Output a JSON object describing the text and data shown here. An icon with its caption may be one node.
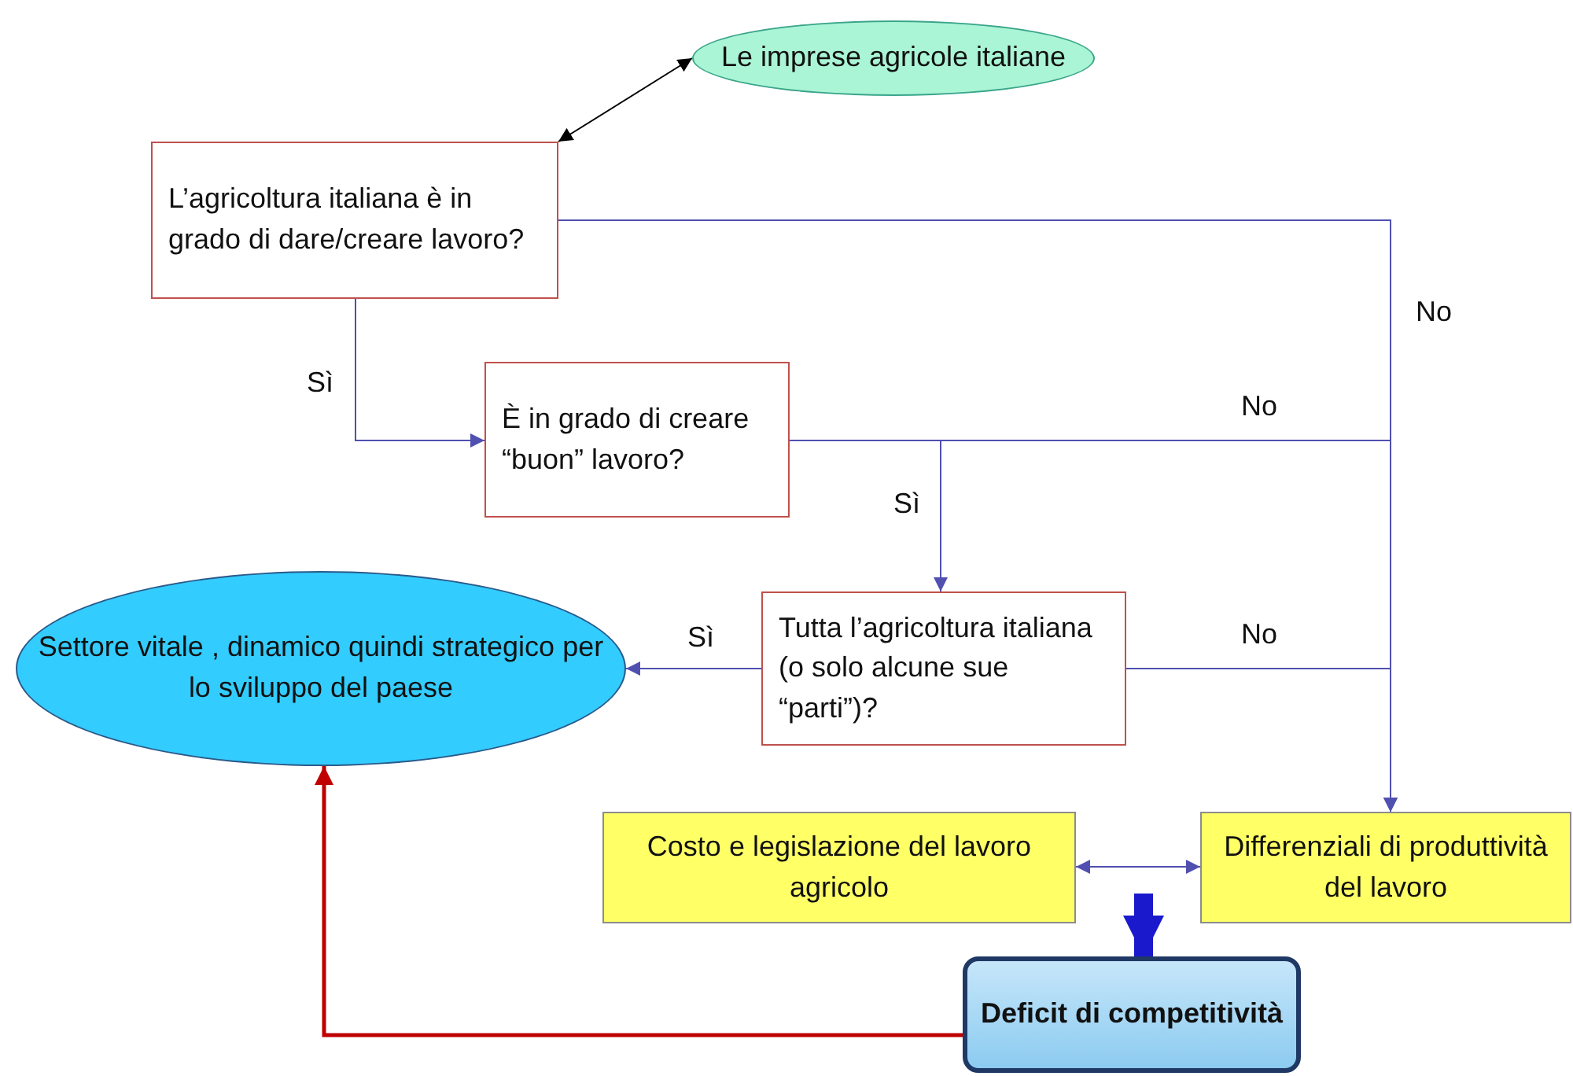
{
  "diagram": {
    "nodes": [
      {
        "text": [
          "Le imprese agricole italiane"
        ]
      },
      {
        "text": [
          "L’agricoltura italiana è in grado di dare/creare lavoro?"
        ]
      },
      {
        "text": [
          "È in grado di creare “buon” lavoro?"
        ]
      },
      {
        "text": [
          "Tutta l’agricoltura italiana (o solo alcune sue “parti”)?"
        ]
      },
      {
        "text": [
          "Settore vitale , dinamico quindi strategico per lo sviluppo del paese"
        ]
      },
      {
        "text": [
          "Costo e legislazione del lavoro agricolo"
        ]
      },
      {
        "text": [
          "Differenziali di produttività del lavoro"
        ]
      },
      {
        "text": [
          "Deficit di competitività"
        ]
      }
    ],
    "edges": [
      {
        "from": 1,
        "to": 0,
        "arrow": "both",
        "color": "#000000"
      },
      {
        "from": 1,
        "to": 6,
        "arrow": "to",
        "label": "No"
      },
      {
        "from": 1,
        "to": 2,
        "arrow": "to",
        "label": "Sì"
      },
      {
        "from": 2,
        "to": 3,
        "arrow": "to",
        "label": "Sì"
      },
      {
        "from": 2,
        "to": 6,
        "arrow": "to",
        "label": "No"
      },
      {
        "from": 3,
        "to": 4,
        "arrow": "to",
        "label": "Sì"
      },
      {
        "from": 3,
        "to": 6,
        "arrow": "to",
        "label": "No"
      },
      {
        "from": 5,
        "to": 6,
        "arrow": "both"
      },
      {
        "from": 7,
        "to": 4,
        "arrow": "to",
        "style": "thick",
        "color": "#c00000"
      },
      {
        "from": null,
        "to": 7,
        "arrow": "to",
        "style": "thick",
        "color": "#1a1acc"
      }
    ]
  }
}
